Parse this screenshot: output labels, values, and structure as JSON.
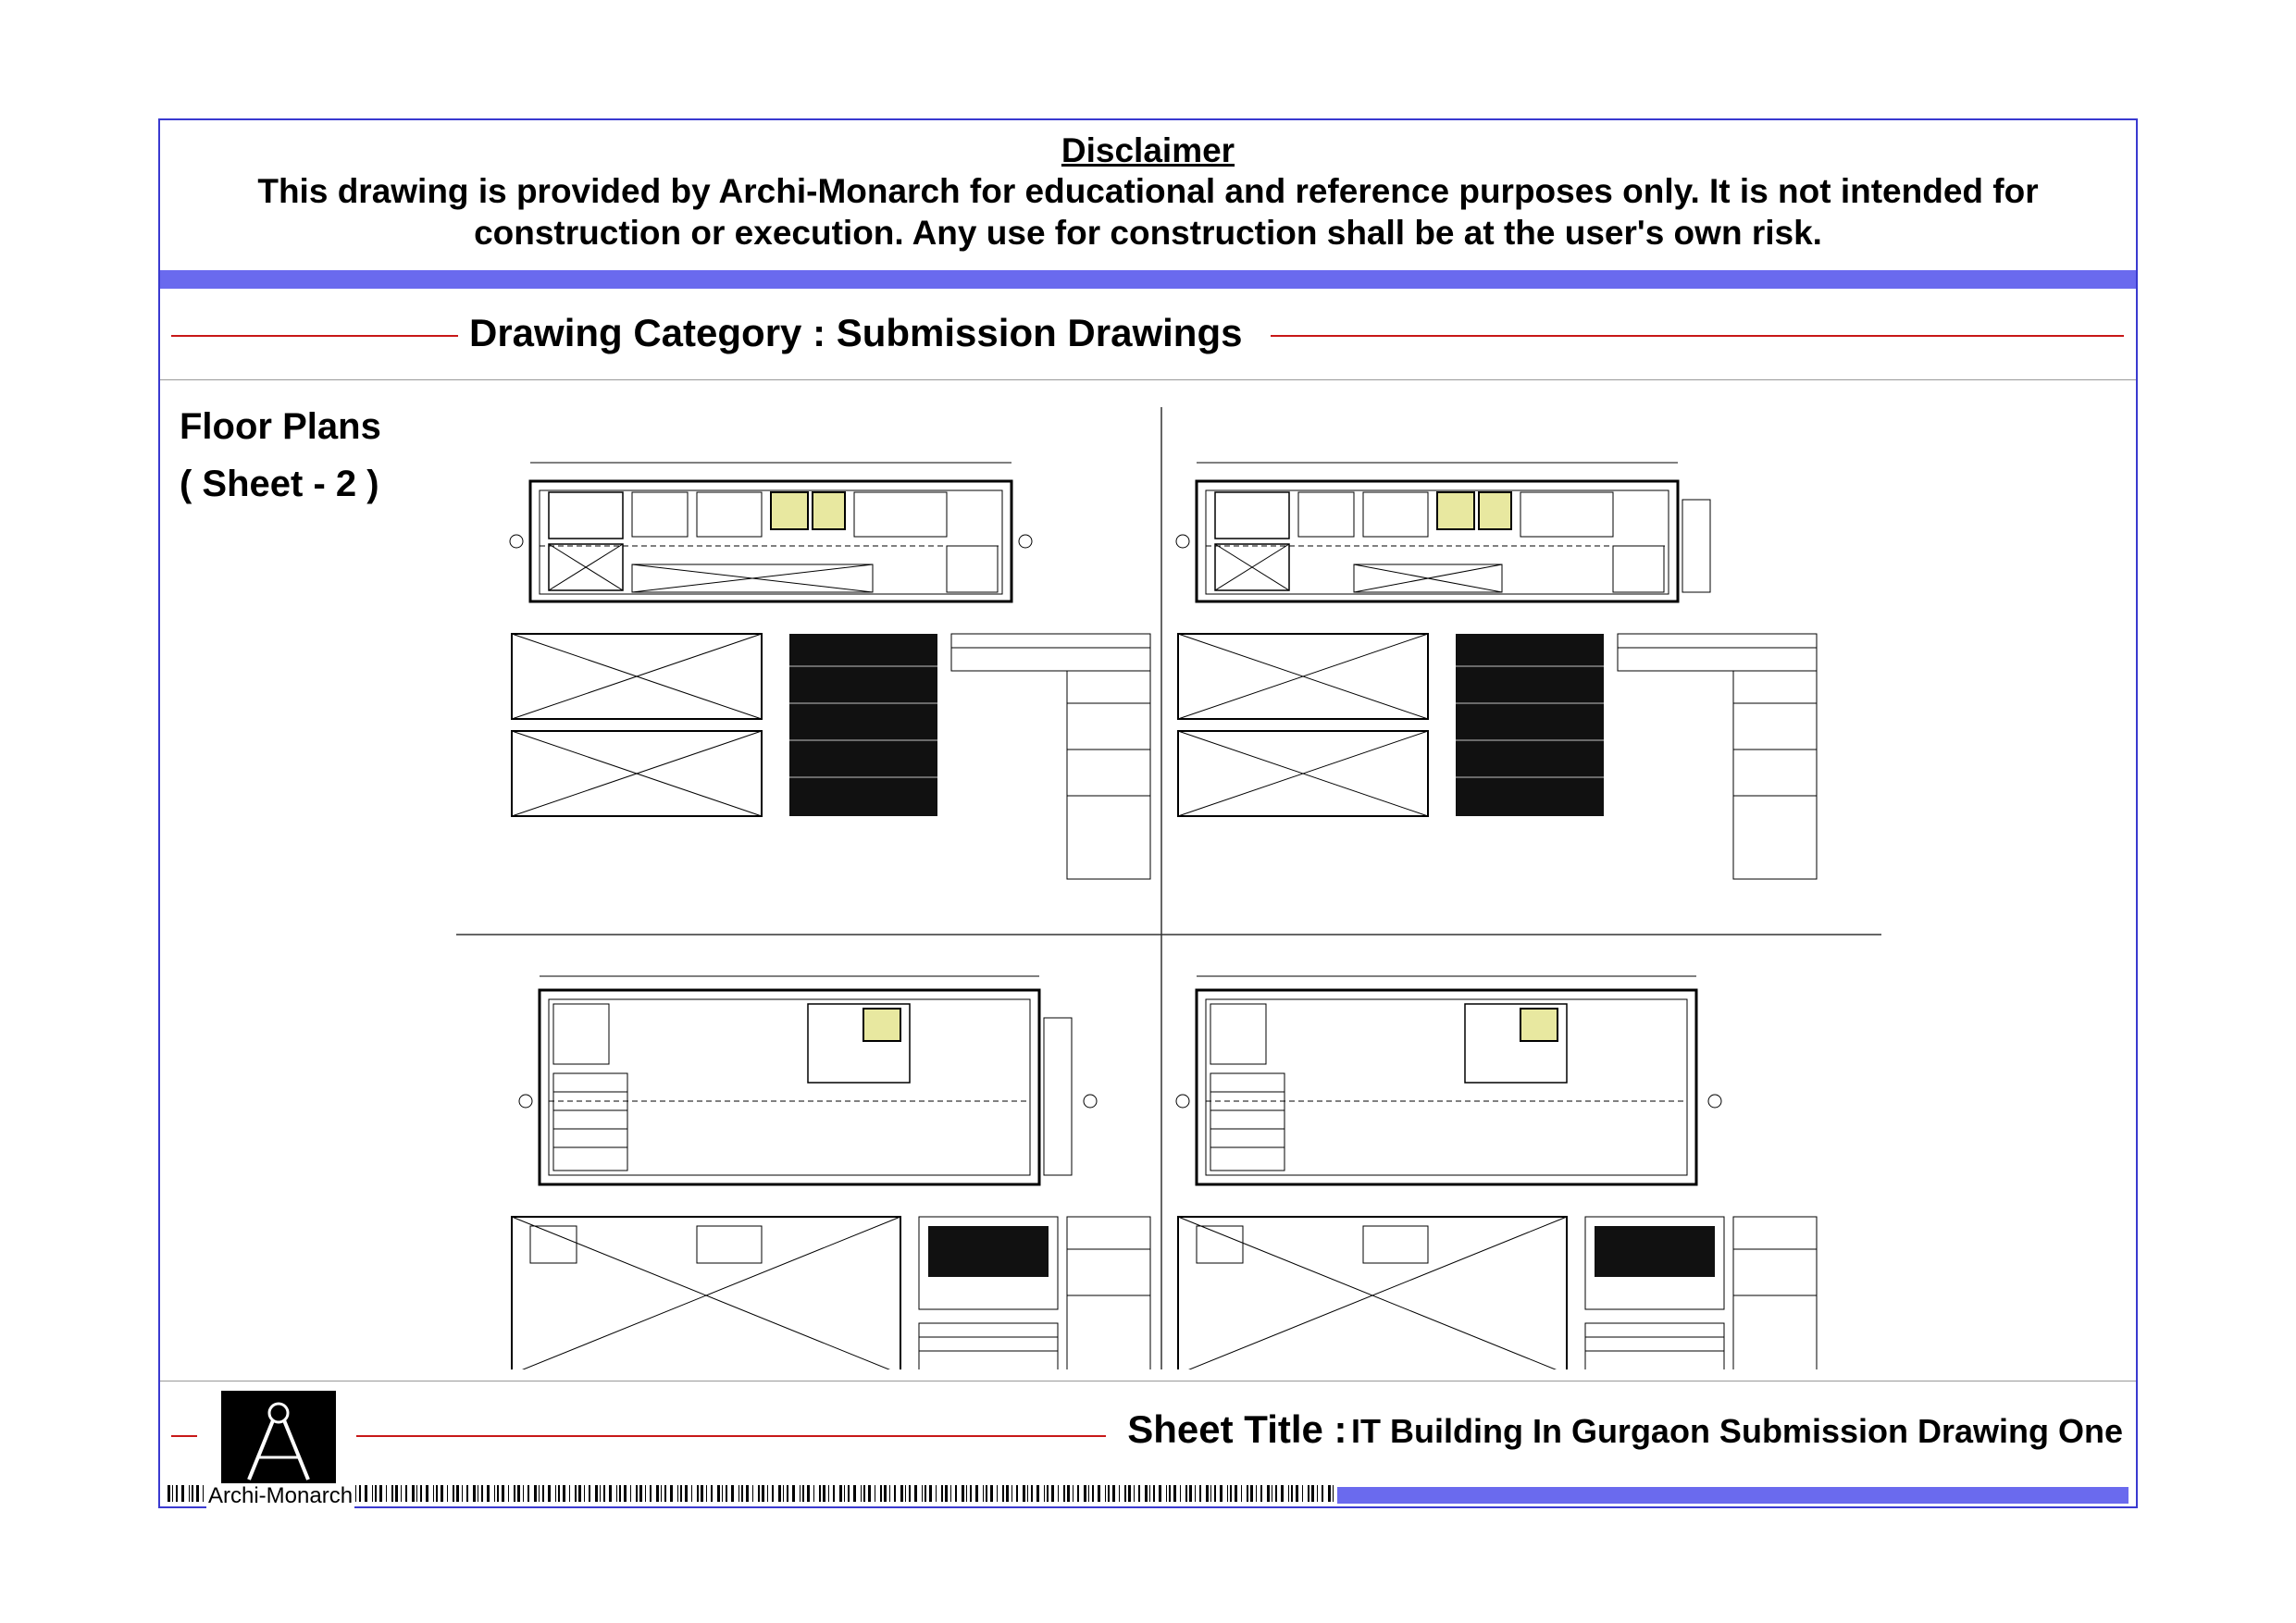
{
  "disclaimer": {
    "title": "Disclaimer",
    "line1": "This drawing is provided by Archi-Monarch for educational and reference purposes only. It is not intended for",
    "line2": "construction or execution. Any use for construction shall be at the user's own risk."
  },
  "category": {
    "text": "Drawing Category : Submission Drawings"
  },
  "side": {
    "title": "Floor Plans",
    "sheet": "( Sheet - 2 )"
  },
  "footer": {
    "logo_text": "Archi-Monarch",
    "sheet_title_label": "Sheet Title :",
    "sheet_title_value": "IT Building In Gurgaon Submission Drawing One"
  },
  "colors": {
    "frame": "#3a3ad0",
    "band": "#6a6aee",
    "rule": "#c81818"
  },
  "drawings": {
    "panels": [
      "top-left-plan",
      "top-right-plan",
      "bottom-left-plan",
      "bottom-right-plan"
    ]
  }
}
